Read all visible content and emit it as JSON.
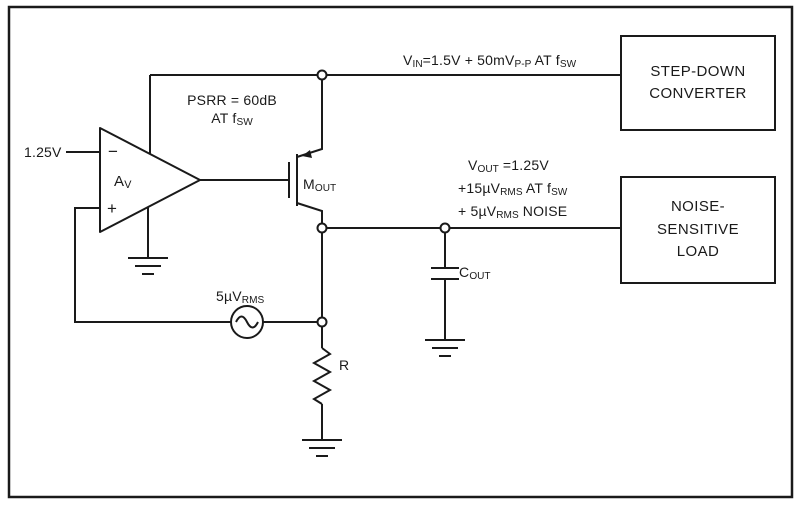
{
  "diagram": {
    "colors": {
      "ink": "#1a1a1a",
      "bg": "#ffffff"
    },
    "boxes": {
      "step_down": {
        "line1": "STEP-DOWN",
        "line2": "CONVERTER"
      },
      "noise_load": {
        "line1": "NOISE-",
        "line2": "SENSITIVE",
        "line3": "LOAD"
      }
    },
    "labels": {
      "vin": [
        {
          "t": "V"
        },
        {
          "t": "IN",
          "sub": true
        },
        {
          "t": "=1.5V + 50mV"
        },
        {
          "t": "P-P",
          "sub": true
        },
        {
          "t": " AT f"
        },
        {
          "t": "SW",
          "sub": true
        }
      ],
      "psrr1": [
        {
          "t": "PSRR = 60dB"
        }
      ],
      "psrr2": [
        {
          "t": "AT f"
        },
        {
          "t": "SW",
          "sub": true
        }
      ],
      "vref": [
        {
          "t": "1.25V"
        }
      ],
      "opamp_gain": [
        {
          "t": "A"
        },
        {
          "t": "V",
          "sub": true
        }
      ],
      "opamp_minus": [
        {
          "t": "−"
        }
      ],
      "opamp_plus": [
        {
          "t": "+"
        }
      ],
      "mosfet": [
        {
          "t": "M"
        },
        {
          "t": "OUT",
          "sub": true
        }
      ],
      "vout1": [
        {
          "t": "V"
        },
        {
          "t": "OUT",
          "sub": true
        },
        {
          "t": " =1.25V"
        }
      ],
      "vout2": [
        {
          "t": "+15µV"
        },
        {
          "t": "RMS",
          "sub": true
        },
        {
          "t": " AT f"
        },
        {
          "t": "SW",
          "sub": true
        }
      ],
      "vout3": [
        {
          "t": "+ 5µV"
        },
        {
          "t": "RMS",
          "sub": true
        },
        {
          "t": " NOISE"
        }
      ],
      "noise_source": [
        {
          "t": "5µV"
        },
        {
          "t": "RMS",
          "sub": true
        }
      ],
      "resistor": [
        {
          "t": "R"
        }
      ],
      "cap": [
        {
          "t": "C"
        },
        {
          "t": "OUT",
          "sub": true
        }
      ]
    }
  }
}
